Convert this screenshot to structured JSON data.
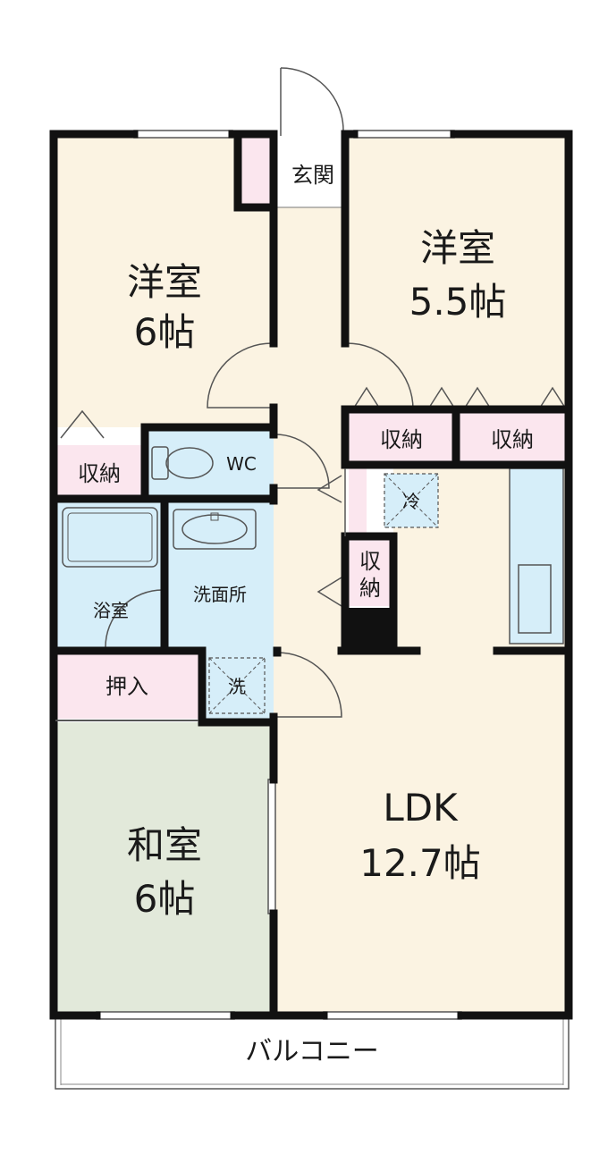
{
  "colors": {
    "wall": "#111111",
    "western_room": "#fbf3e2",
    "japanese_room": "#e2e9da",
    "storage": "#fbe6ee",
    "water_area": "#d6eef9",
    "hallway": "#fbf3e2",
    "balcony": "#ffffff"
  },
  "rooms": {
    "western_left_name": "洋室",
    "western_left_size": "6帖",
    "western_right_name": "洋室",
    "western_right_size": "5.5帖",
    "entrance": "玄関",
    "storage_left": "収納",
    "storage_right_1": "収納",
    "storage_right_2": "収納",
    "storage_kitchen_1": "収",
    "storage_kitchen_2": "納",
    "wc": "WC",
    "fridge": "冷",
    "bath": "浴室",
    "washroom": "洗面所",
    "closet": "押入",
    "washer": "洗",
    "japanese_name": "和室",
    "japanese_size": "6帖",
    "ldk_name": "LDK",
    "ldk_size": "12.7帖",
    "balcony": "バルコニー"
  }
}
